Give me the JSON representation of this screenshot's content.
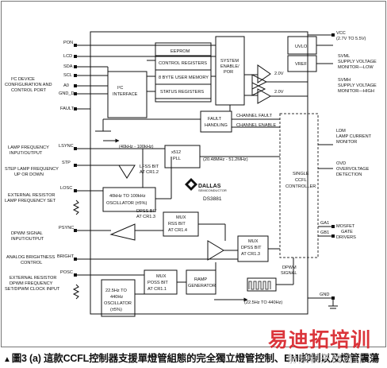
{
  "chip": {
    "brand": "DALLAS",
    "brand_sub": "SEMICONDUCTOR",
    "part": "DS3881"
  },
  "pins_left": {
    "pon": "PON",
    "lcd": "LCD",
    "sda": "SDA",
    "scl": "SCL",
    "a0": "A0",
    "gnd_d": "GND_D",
    "fault": "FAULT",
    "lsync": "LSYNC",
    "stp": "STP",
    "losc": "LOSC",
    "psync": "PSYNC",
    "bright": "BRIGHT",
    "posc": "POSC"
  },
  "pins_right": {
    "vcc": "VCC",
    "ga1": "GA1",
    "gb1": "GB1",
    "gnd": "GND"
  },
  "ext_left": {
    "i2c": [
      "I²C DEVICE",
      "CONFIGURATION AND",
      "CONTROL PORT"
    ],
    "lamp_freq": [
      "LAMP FREQUENCY",
      "INPUT/OUTPUT"
    ],
    "step_freq": [
      "STEP LAMP FREQUENCY",
      "UP OR DOWN"
    ],
    "ext_res_lamp": [
      "EXTERNAL RESISTOR",
      "LAMP FREQUENCY SET"
    ],
    "dpwm_in": [
      "DPWM SIGNAL",
      "INPUT/OUTPUT"
    ],
    "analog_bright": [
      "ANALOG BRIGHTNESS",
      "CONTROL"
    ],
    "ext_res_dpwm": [
      "EXTERNAL RESISTOR",
      "DPWM FREQUENCY",
      "SET/DPWM CLOCK INPUT"
    ]
  },
  "ext_right": {
    "vcc_range": "(2.7V TO 5.5V)",
    "svml_low": [
      "SVML",
      "SUPPLY VOLTAGE",
      "MONITOR—LOW"
    ],
    "svmh_high": [
      "SVMH",
      "SUPPLY VOLTAGE",
      "MONITOR—HIGH"
    ],
    "ldm": [
      "LDM",
      "LAMP CURRENT",
      "MONITOR"
    ],
    "ovd": [
      "OVD",
      "OVERVOLTAGE",
      "DETECTION"
    ],
    "mosfet": [
      "MOSFET",
      "GATE",
      "DRIVERS"
    ]
  },
  "blocks": {
    "i2c": [
      "I²C",
      "INTERFACE"
    ],
    "eeprom": "EEPROM",
    "ctrl_regs": "CONTROL REGISTERS",
    "user_mem": "8 BYTE USER MEMORY",
    "status_regs": "STATUS REGISTERS",
    "sys_enable": [
      "SYSTEM",
      "ENABLE/",
      "POR"
    ],
    "uvlo": "UVLO",
    "vref": "VREF",
    "fault_handling": [
      "FAULT",
      "HANDLING"
    ],
    "channel_fault": "CHANNEL FAULT",
    "channel_enable": "CHANNEL ENABLE",
    "pll": [
      "x512",
      "PLL"
    ],
    "pll_range": "(20.48MHz - 51.2MHz)",
    "lfss": [
      "LFSS BIT",
      "AT CR1.2"
    ],
    "osc_lamp": [
      "40kHz TO 100kHz",
      "OSCILLATOR (±5%)"
    ],
    "dpss": [
      "DPSS BIT",
      "AT CR1.3"
    ],
    "mux_rss": [
      "MUX",
      "RSS BIT",
      "AT CR1.4"
    ],
    "mux_dpss": [
      "MUX",
      "DPSS BIT",
      "AT CR1.3"
    ],
    "single_ccfl": [
      "SINGLE",
      "CCFL",
      "CONTROLLER"
    ],
    "osc_dpwm": [
      "22.5Hz TO",
      "440Hz",
      "OSCILLATOR",
      "(±5%)"
    ],
    "mux_poss": [
      "MUX",
      "POSS BIT",
      "AT CR1.1"
    ],
    "ramp": [
      "RAMP",
      "GENERATOR"
    ],
    "lamp_range": "(40kHz - 100kHz)",
    "dpwm_signal": [
      "DPWM",
      "SIGNAL"
    ],
    "dpwm_range": "(22.5Hz TO 440Hz)",
    "v20a": "2.0V",
    "v20b": "2.0V"
  },
  "caption": {
    "prefix": "▲",
    "text": "圖3 (a) 這款CCFL控制器支援單燈管組態的完全獨立燈管控制、EMI抑制以及燈管震蕩"
  },
  "watermark": {
    "main": "易迪拓培训",
    "sub": "射频和天线设计"
  },
  "colors": {
    "line": "#111111",
    "dashed": "#333333",
    "watermark": "#d9242b"
  }
}
